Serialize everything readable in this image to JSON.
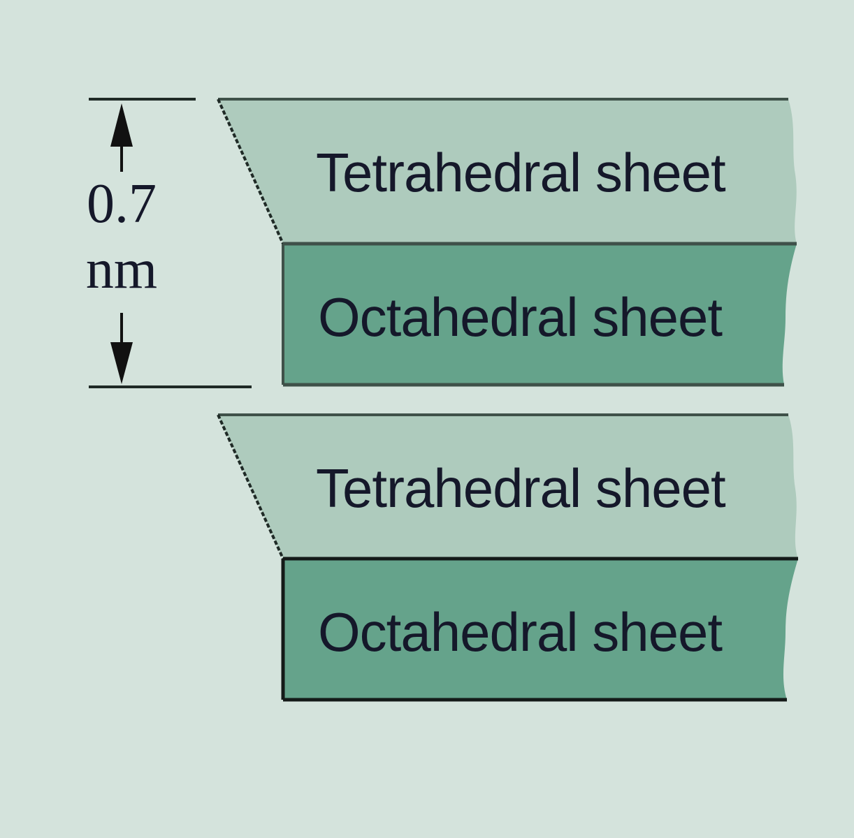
{
  "diagram": {
    "type": "layer-structure",
    "colors": {
      "background": "#d4e3dc",
      "tetrahedral_fill": "#aecbbd",
      "octahedral_fill": "#65a38b",
      "outline": "#1f2a26"
    },
    "dimension": {
      "value": "0.7",
      "unit": "nm"
    },
    "layers": [
      {
        "unit": 1,
        "tetrahedral": {
          "label": "Tetrahedral sheet"
        },
        "octahedral": {
          "label": "Octahedral sheet"
        }
      },
      {
        "unit": 2,
        "tetrahedral": {
          "label": "Tetrahedral sheet"
        },
        "octahedral": {
          "label": "Octahedral sheet"
        }
      }
    ]
  }
}
